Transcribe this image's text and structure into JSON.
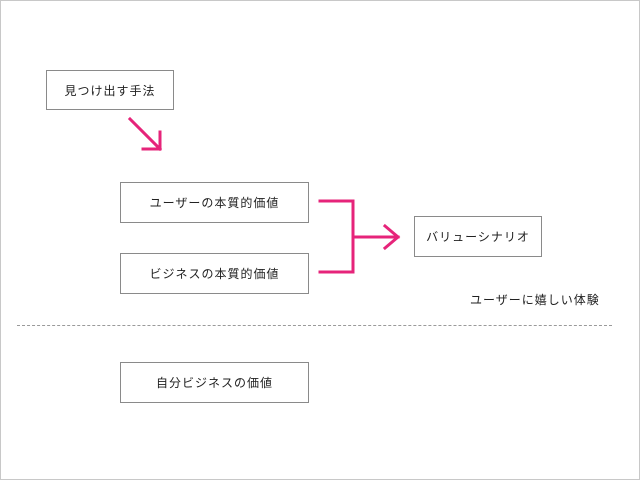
{
  "boxes": {
    "method": "見つけ出す手法",
    "user_value": "ユーザーの本質的価値",
    "business_value": "ビジネスの本質的価値",
    "value_scenario": "バリューシナリオ",
    "own_business_value": "自分ビジネスの価値"
  },
  "caption": "ユーザーに嬉しい体験",
  "colors": {
    "arrow": "#e6247a",
    "box_border": "#8a8a8a",
    "divider": "#9a9a9a"
  }
}
